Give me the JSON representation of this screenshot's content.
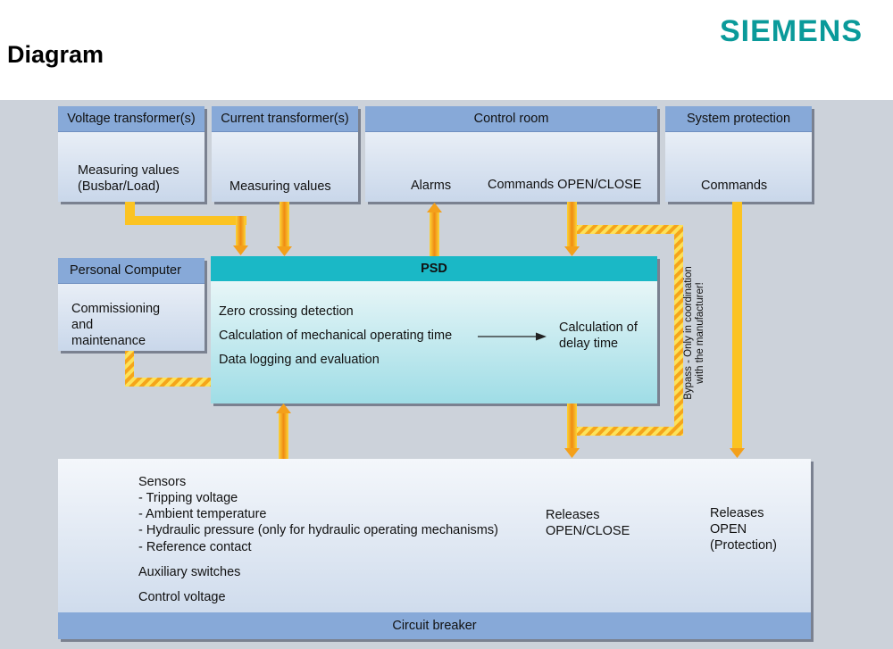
{
  "header": {
    "title": "Diagram",
    "logo_text": "SIEMENS"
  },
  "colors": {
    "accent_teal": "#1ab8c6",
    "header_blue": "#87a9d8",
    "arrow_orange": "#f7a51c",
    "background": "#ccd2da"
  },
  "boxes": {
    "voltage_transformer": {
      "title": "Voltage transformer(s)",
      "line1": "Measuring values",
      "line2": "(Busbar/Load)"
    },
    "current_transformer": {
      "title": "Current transformer(s)",
      "body": "Measuring values"
    },
    "control_room": {
      "title": "Control room",
      "alarms": "Alarms",
      "commands": "Commands OPEN/CLOSE"
    },
    "system_protection": {
      "title": "System protection",
      "body": "Commands"
    },
    "personal_computer": {
      "title": "Personal Computer",
      "line1": "Commissioning",
      "line2": "and",
      "line3": "maintenance"
    },
    "psd": {
      "title": "PSD",
      "items": [
        "Zero crossing detection",
        "Calculation of mechanical operating time",
        "Data logging and evaluation"
      ],
      "result_line1": "Calculation of",
      "result_line2": "delay time"
    },
    "circuit_breaker": {
      "title": "Circuit breaker",
      "sensors_heading": "Sensors",
      "sensors": [
        "- Tripping voltage",
        "- Ambient temperature",
        "- Hydraulic pressure (only for hydraulic operating mechanisms)",
        "- Reference contact"
      ],
      "auxiliary": "Auxiliary switches",
      "control_voltage": "Control voltage",
      "releases_oc_line1": "Releases",
      "releases_oc_line2": "OPEN/CLOSE",
      "releases_prot_line1": "Releases",
      "releases_prot_line2": "OPEN",
      "releases_prot_line3": "(Protection)"
    }
  },
  "bypass": {
    "line1": "Bypass - Only in coordination",
    "line2": "with the manufacturer!"
  }
}
